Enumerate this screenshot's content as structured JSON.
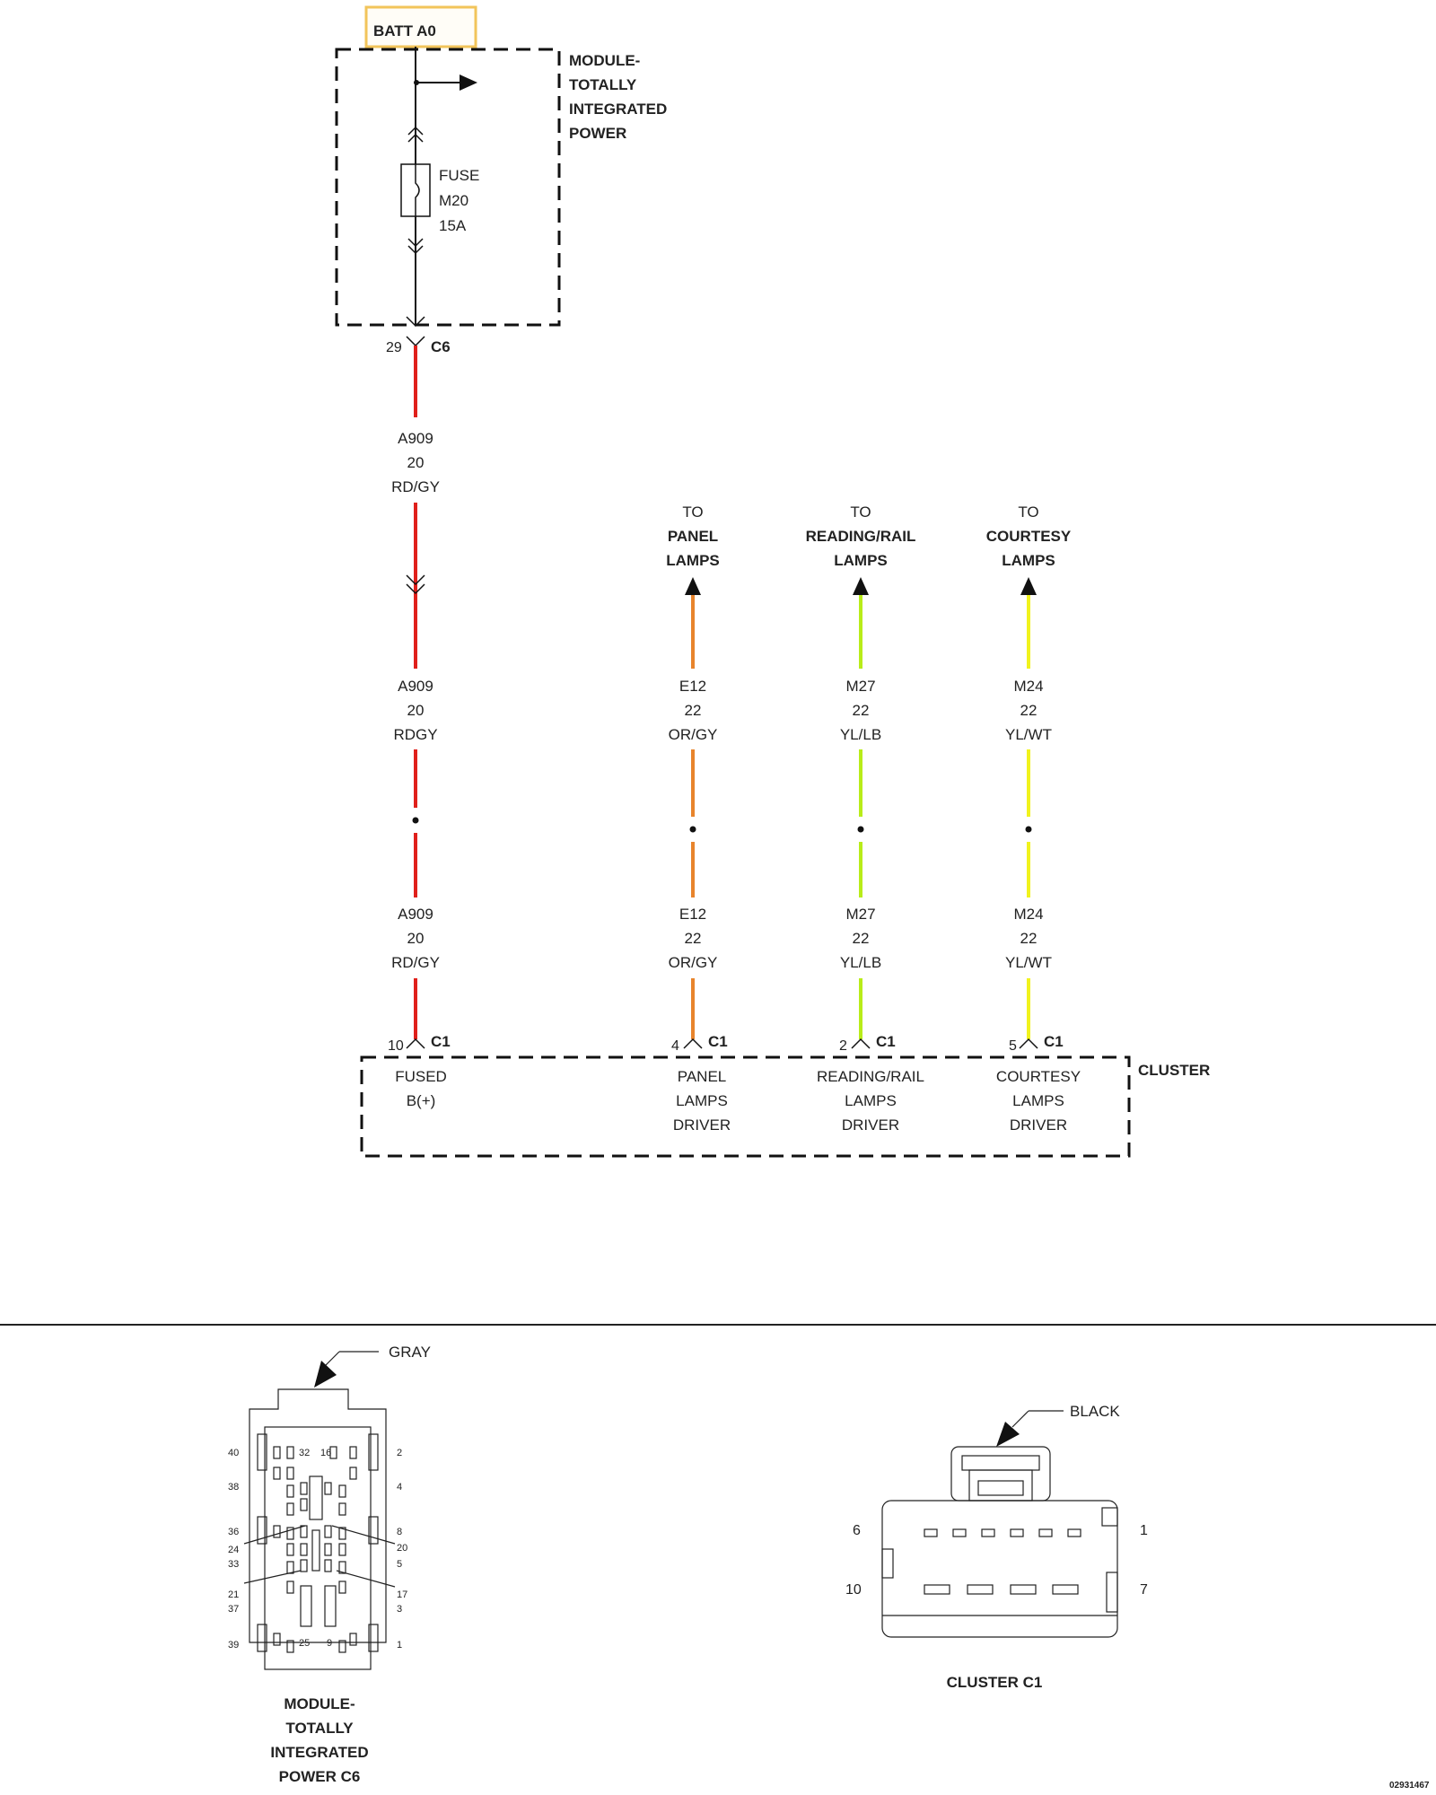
{
  "colors": {
    "batt_highlight": "#f2c45a",
    "red_wire": "#e0201b",
    "orange_wire": "#e8842c",
    "lime_wire": "#b8ec19",
    "yellow_wire": "#f1f31d"
  },
  "power": {
    "batt_label": "BATT A0",
    "module_label": [
      "MODULE-",
      "TOTALLY",
      "INTEGRATED",
      "POWER"
    ],
    "fuse_label": [
      "FUSE",
      "M20",
      "15A"
    ],
    "connector_pin": "29",
    "connector_name": "C6"
  },
  "red_circuit": {
    "seg1": [
      "A909",
      "20",
      "RD/GY"
    ],
    "seg2": [
      "A909",
      "20",
      "RDGY"
    ],
    "seg3": [
      "A909",
      "20",
      "RD/GY"
    ],
    "pin": "10",
    "connector": "C1",
    "function": [
      "FUSED",
      "B(+)"
    ]
  },
  "circuits": [
    {
      "dest": [
        "TO",
        "PANEL",
        "LAMPS"
      ],
      "seg1": [
        "E12",
        "22",
        "OR/GY"
      ],
      "seg2": [
        "E12",
        "22",
        "OR/GY"
      ],
      "pin": "4",
      "connector": "C1",
      "function": [
        "PANEL",
        "LAMPS",
        "DRIVER"
      ]
    },
    {
      "dest": [
        "TO",
        "READING/RAIL",
        "LAMPS"
      ],
      "seg1": [
        "M27",
        "22",
        "YL/LB"
      ],
      "seg2": [
        "M27",
        "22",
        "YL/LB"
      ],
      "pin": "2",
      "connector": "C1",
      "function": [
        "READING/RAIL",
        "LAMPS",
        "DRIVER"
      ]
    },
    {
      "dest": [
        "TO",
        "COURTESY",
        "LAMPS"
      ],
      "seg1": [
        "M24",
        "22",
        "YL/WT"
      ],
      "seg2": [
        "M24",
        "22",
        "YL/WT"
      ],
      "pin": "5",
      "connector": "C1",
      "function": [
        "COURTESY",
        "LAMPS",
        "DRIVER"
      ]
    }
  ],
  "cluster_label": "CLUSTER",
  "c6_view": {
    "color_label": "GRAY",
    "title": [
      "MODULE-",
      "TOTALLY",
      "INTEGRATED",
      "POWER C6"
    ],
    "pins_left": [
      "40",
      "38",
      "36",
      "24",
      "33",
      "21",
      "37",
      "39"
    ],
    "pins_right": [
      "2",
      "4",
      "8",
      "20",
      "5",
      "17",
      "3",
      "1"
    ],
    "pins_inner": [
      "32",
      "16",
      "25",
      "9"
    ]
  },
  "c1_view": {
    "color_label": "BLACK",
    "title": "CLUSTER C1",
    "pins": [
      "6",
      "1",
      "10",
      "7"
    ]
  },
  "doc_id": "02931467"
}
